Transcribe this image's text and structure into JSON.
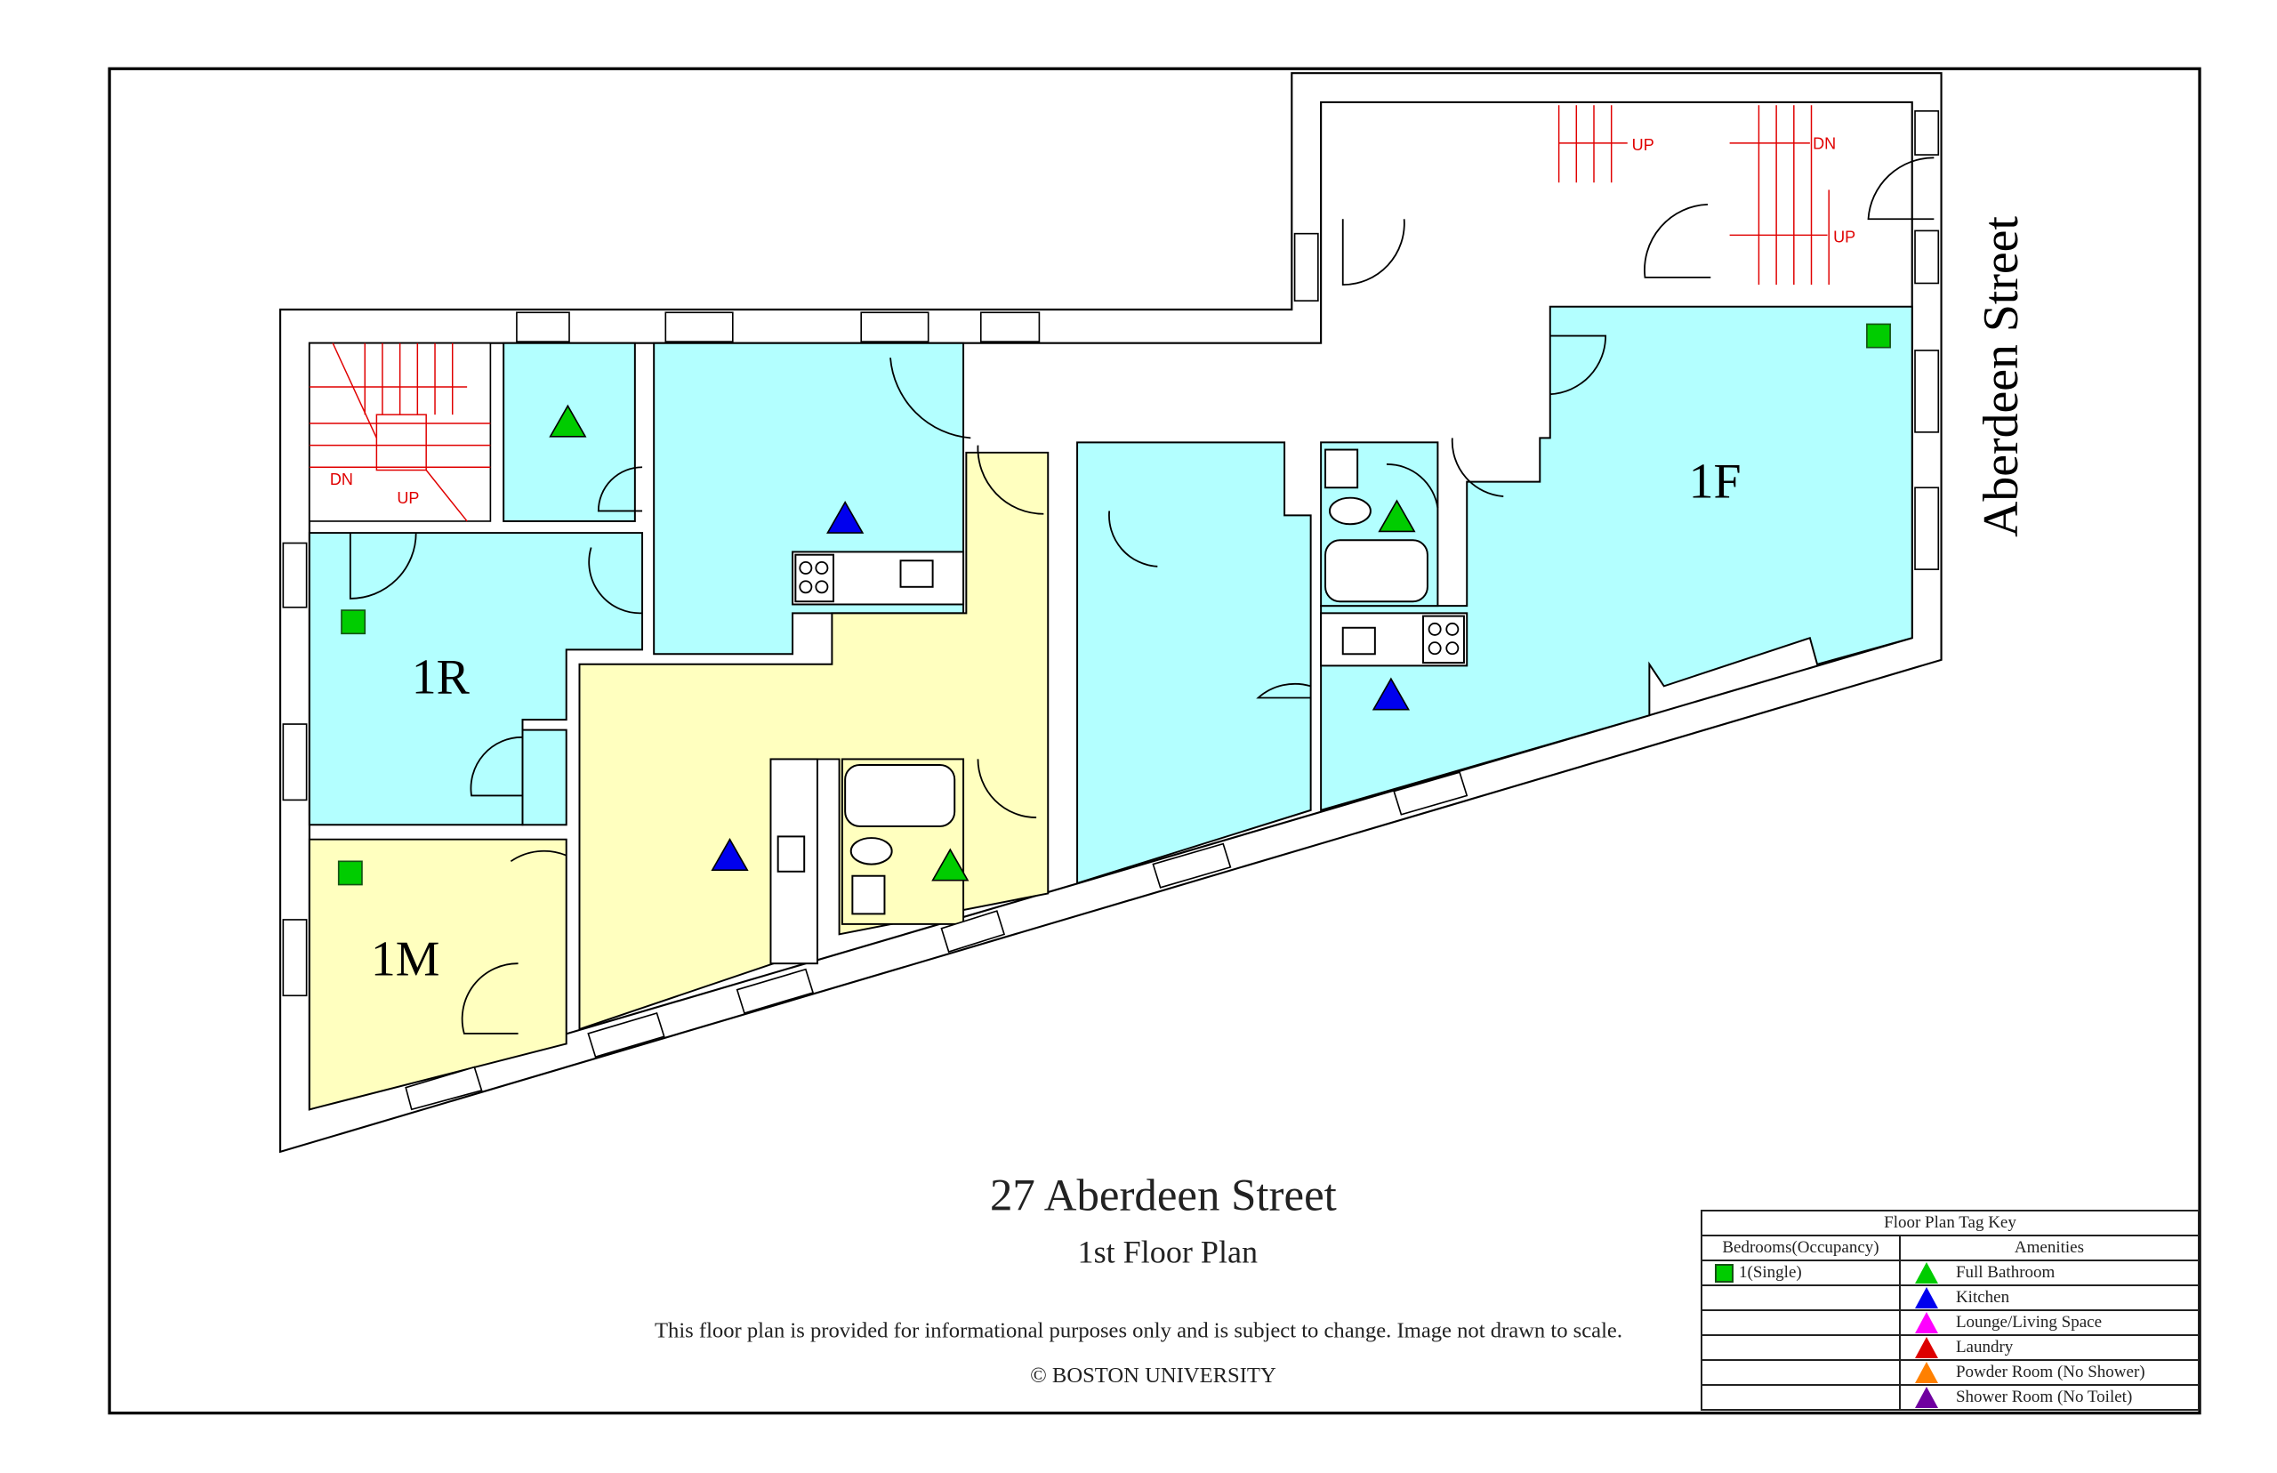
{
  "street_label": "Aberdeen Street",
  "title": "27 Aberdeen Street",
  "subtitle": "1st Floor Plan",
  "disclaimer": "This floor plan is provided for informational purposes only and is subject to change. Image not drawn to scale.",
  "copyright": "© BOSTON UNIVERSITY",
  "units": [
    "1R",
    "1M",
    "1F"
  ],
  "stairs": {
    "dn": "DN",
    "up": "UP"
  },
  "colors": {
    "unit_cyan": "#b3ffff",
    "unit_yellow": "#ffffbf",
    "bedroom": "#00cc00",
    "stairs": "#e00000"
  },
  "key": {
    "title": "Floor Plan Tag Key",
    "bedrooms_header": "Bedrooms(Occupancy)",
    "amenities_header": "Amenities",
    "bedrooms": [
      {
        "label": "1(Single)",
        "color": "#00cc00"
      }
    ],
    "amenities": [
      {
        "label": "Full Bathroom",
        "color": "#00cc00"
      },
      {
        "label": "Kitchen",
        "color": "#0000ee"
      },
      {
        "label": "Lounge/Living Space",
        "color": "#ff00ff"
      },
      {
        "label": "Laundry",
        "color": "#dd0000"
      },
      {
        "label": "Powder Room (No Shower)",
        "color": "#ff8000"
      },
      {
        "label": "Shower Room (No Toilet)",
        "color": "#7000a0"
      }
    ]
  }
}
